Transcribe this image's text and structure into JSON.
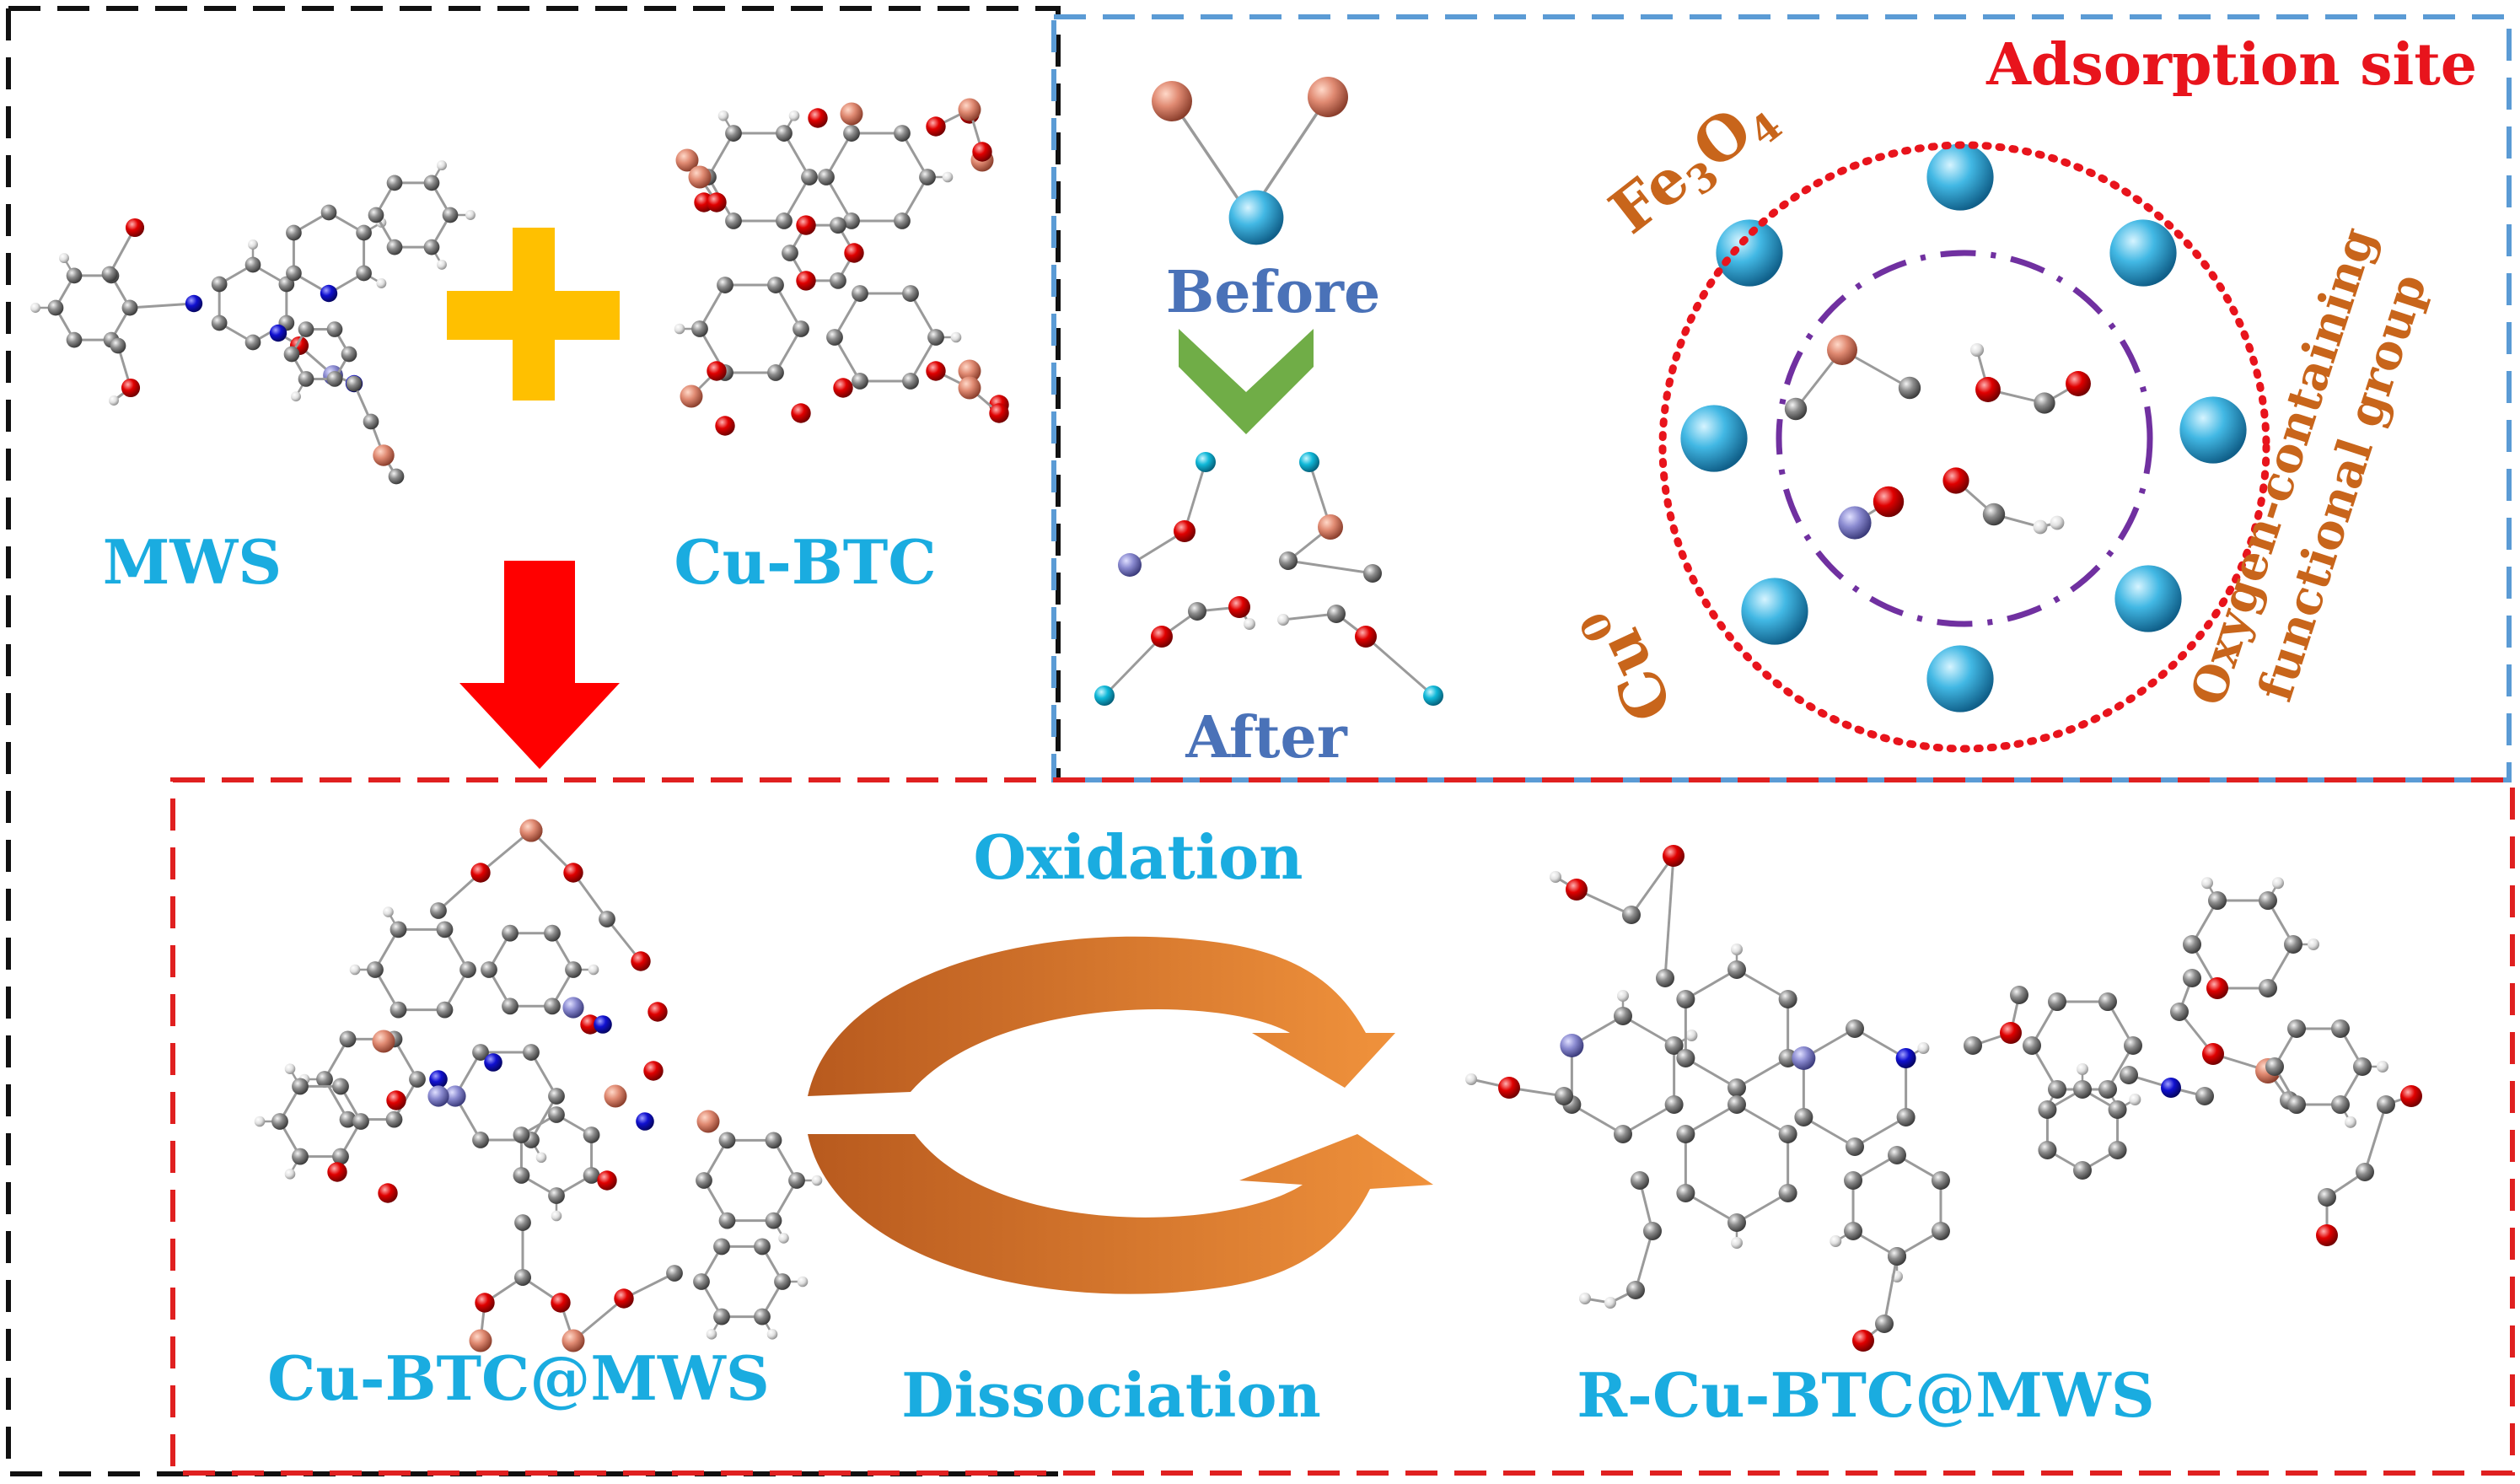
{
  "labels": {
    "mws": "MWS",
    "cu_btc": "Cu-BTC",
    "before": "Before",
    "after": "After",
    "adsorption_site": "Adsorption site",
    "fe3o4_main": "Fe",
    "fe3o4_sub3": "3",
    "fe3o4_o": "O",
    "fe3o4_sub4": "4",
    "cu0_main": "Cu",
    "cu0_sup": "0",
    "oxygen_group_line1": "Oxygen-containing",
    "oxygen_group_line2": "functional group",
    "oxidation": "Oxidation",
    "dissociation": "Dissociation",
    "cu_btc_mws": "Cu-BTC@MWS",
    "r_cu_btc_mws": "R-Cu-BTC@MWS"
  },
  "colors": {
    "label_blue": "#1aace0",
    "label_steel": "#4a72b8",
    "label_red": "#e8141c",
    "label_orange": "#c8651b",
    "frame_black": "#111111",
    "frame_blue": "#5b9bd5",
    "frame_red": "#e02020",
    "plus_yellow": "#ffc000",
    "arrow_red": "#ff0000",
    "chevron_green": "#70ad47",
    "cycle_orange": "#d9762a",
    "dot_circle_red": "#e8141c",
    "dashdot_purple": "#7030a0",
    "atom_carbon": "#8c8c8c",
    "atom_oxygen": "#e00000",
    "atom_nitrogen": "#1010d0",
    "atom_hydrogen": "#e6e6e6",
    "atom_copper": "#e08a72",
    "atom_iron": "#42b8e4",
    "atom_metal_n": "#8a8ad0",
    "atom_cyan": "#10b8d8"
  }
}
